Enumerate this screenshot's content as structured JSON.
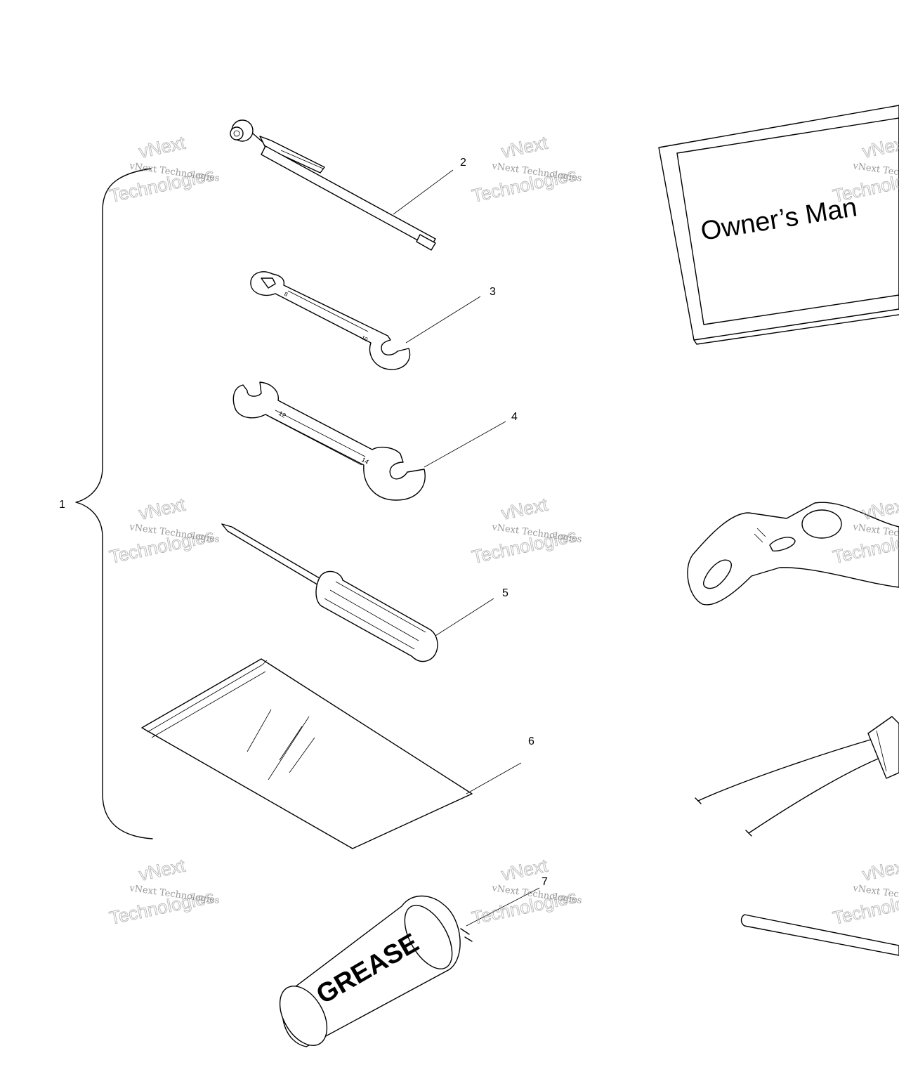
{
  "callouts": {
    "c1": "1",
    "c2": "2",
    "c3": "3",
    "c4": "4",
    "c5": "5",
    "c6": "6",
    "c7": "7"
  },
  "labels": {
    "manual_title": "Owner’s Man",
    "grease_label": "GREASE",
    "wrench_small_a": "8",
    "wrench_small_b": "10",
    "wrench_large_a": "12",
    "wrench_large_b": "14"
  },
  "watermark": {
    "line1": "vNext Technologies",
    "line2": "vNext",
    "line3": "Technologies"
  },
  "colors": {
    "line": "#000000",
    "background": "#ffffff",
    "watermark": "#888888"
  }
}
